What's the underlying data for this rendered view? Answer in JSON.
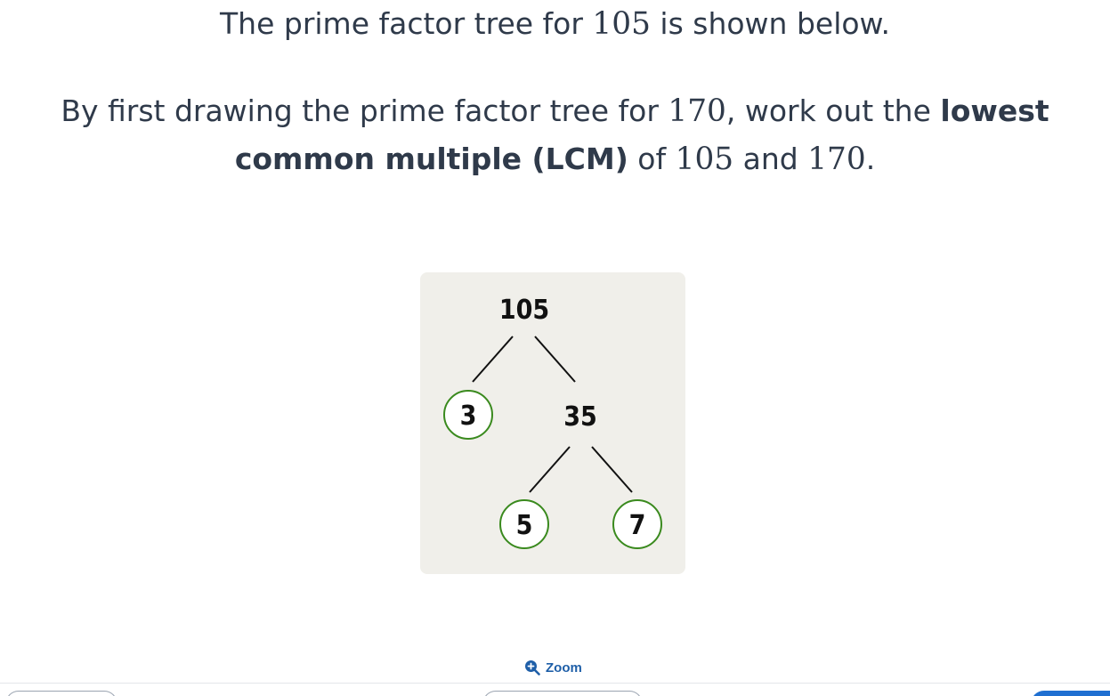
{
  "question": {
    "line1": {
      "pre": "The prime factor tree for ",
      "num": "105",
      "post": " is shown below."
    },
    "line2": {
      "pre": "By first drawing the prime factor tree for ",
      "num1": "170",
      "mid": ", work out the ",
      "bold": "lowest common multiple (LCM)",
      "of": " of ",
      "num2": "105",
      "and": " and ",
      "num3": "170",
      "end": "."
    }
  },
  "tree": {
    "root": "105",
    "prime_left": "3",
    "branch": "35",
    "prime_mid": "5",
    "prime_right": "7",
    "prime_circle_color": "#3a8a1e",
    "background_color": "#f0efea"
  },
  "zoom": {
    "label": "Zoom",
    "icon": "zoom-in-icon"
  }
}
